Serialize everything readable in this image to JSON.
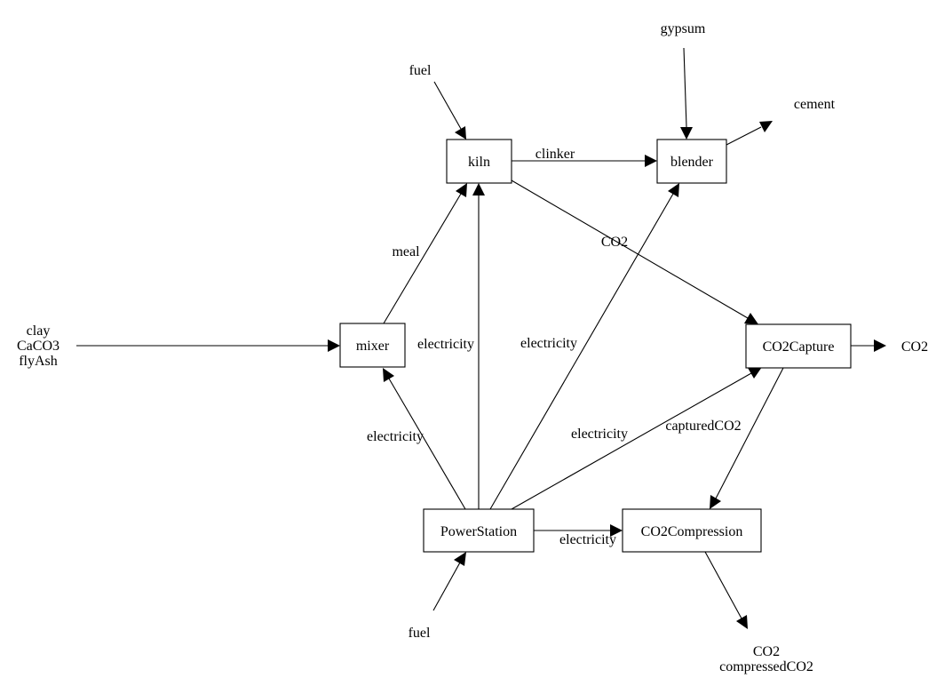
{
  "nodes": {
    "kiln": "kiln",
    "blender": "blender",
    "mixer": "mixer",
    "co2capture": "CO2Capture",
    "powerstation": "PowerStation",
    "co2compression": "CO2Compression"
  },
  "terminals": {
    "fuel_kiln": "fuel",
    "gypsum": "gypsum",
    "cement": "cement",
    "raw_inputs": [
      "clay",
      "CaCO3",
      "flyAsh"
    ],
    "co2_out": "CO2",
    "fuel_power": "fuel",
    "compressed_out": [
      "CO2",
      "compressedCO2"
    ]
  },
  "edge_labels": {
    "clinker": "clinker",
    "co2": "CO2",
    "meal": "meal",
    "elec_mixer": "electricity",
    "elec_kiln": "electricity",
    "elec_blender": "electricity",
    "elec_capture": "electricity",
    "elec_compression": "electricity",
    "captured": "capturedCO2"
  },
  "colors": {
    "stroke": "#000000",
    "background": "#ffffff"
  }
}
